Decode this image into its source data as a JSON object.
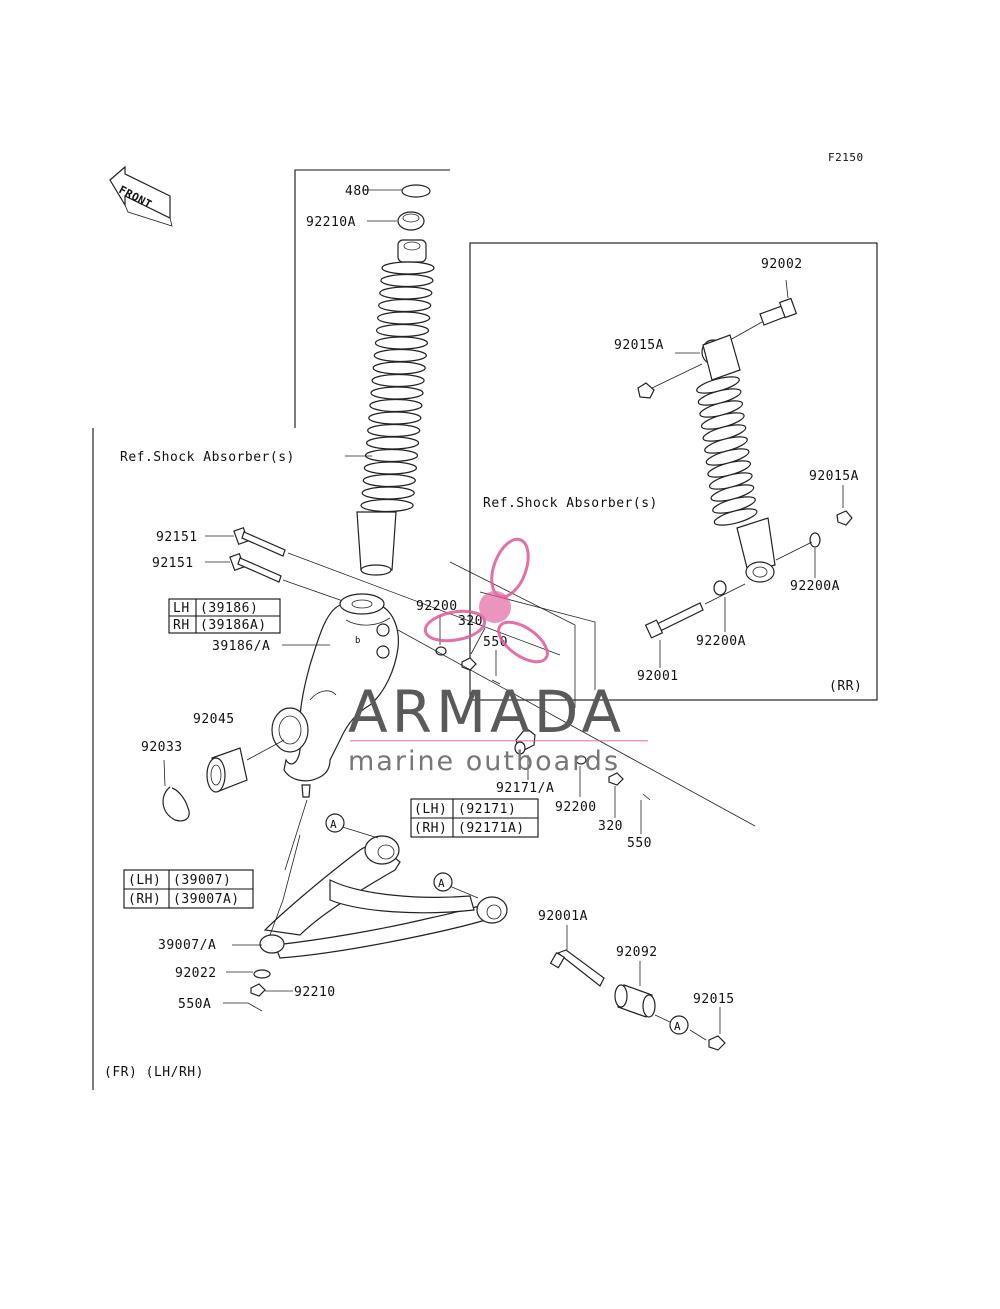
{
  "figure_code": "F2150",
  "front_label": "FRONT",
  "ref_shock_absorber": "Ref.Shock Absorber(s)",
  "section_labels": {
    "front": "(FR) (LH/RH)",
    "rear": "(RR)"
  },
  "circle_marker": "A",
  "parts": {
    "p480": "480",
    "p92210A": "92210A",
    "p92151_a": "92151",
    "p92151_b": "92151",
    "p39186A_slash": "39186/A",
    "p92045": "92045",
    "p92033": "92033",
    "p92200_upper": "92200",
    "p320_upper": "320",
    "p550_upper": "550",
    "p92171A_slash": "92171/A",
    "p92200_lower": "92200",
    "p320_lower": "320",
    "p550_lower": "550",
    "p39007A_slash": "39007/A",
    "p92022": "92022",
    "p92210": "92210",
    "p550A": "550A",
    "p92001A": "92001A",
    "p92092": "92092",
    "p92015": "92015",
    "p92002": "92002",
    "p92015A_top": "92015A",
    "p92015A_right": "92015A",
    "p92200A_right": "92200A",
    "p92200A_bottom": "92200A",
    "p92001": "92001"
  },
  "variant_tables": {
    "knuckle": [
      {
        "side": "LH",
        "part": "(39186)"
      },
      {
        "side": "RH",
        "part": "(39186A)"
      }
    ],
    "tie_rod": [
      {
        "side": "(LH)",
        "part": "(92171)"
      },
      {
        "side": "(RH)",
        "part": "(92171A)"
      }
    ],
    "a_arm": [
      {
        "side": "(LH)",
        "part": "(39007)"
      },
      {
        "side": "(RH)",
        "part": "(39007A)"
      }
    ]
  },
  "watermark": {
    "brand": "ARMADA",
    "tagline": "marine outboards",
    "logo_color": "#e0589a",
    "text_color": "#5a5a5a"
  }
}
